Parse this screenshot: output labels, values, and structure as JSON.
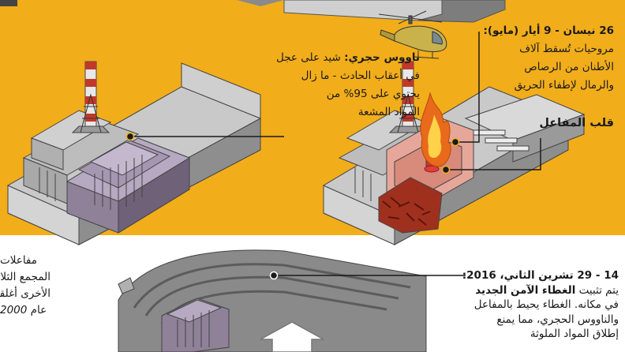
{
  "colors": {
    "background_yellow": "#f2ad1b",
    "sarcophagus_purple": "#8e8198",
    "reactor_building_gray": "#9a9a9a",
    "fire_orange": "#e86a1a",
    "core_red": "#b0322a",
    "new_safe_confinement_gray": "#8a8a8a"
  },
  "captions": {
    "sarcophagus": {
      "title": "ناووس حجري:",
      "line1_rest": " شيد على عجل",
      "line2": "في أعقاب الحادث - ما زال",
      "line3": "يحتوي على 95% من",
      "line4": "المواد المشعة"
    },
    "helicopters": {
      "title": "26 نيسان - 9 أيار (مايو):",
      "line2": "مروحيات تُسقط آلاف",
      "line3": "الأطنان من الرصاص",
      "line4": "والرمال لإطفاء الحريق"
    },
    "core": {
      "title": "قلب المفاعل"
    },
    "new_safe_confinement": {
      "title": "14 - 29 تشرين الثاني، 2016:",
      "line2_before": "يتم تثبيت ",
      "line2_bold": "الغطاء الآمن الجديد",
      "line3": "في مكانه. الغطاء يحيط بالمفاعل",
      "line4": "والناووس الحجري، مما يمنع",
      "line5": "إطلاق المواد الملوثة"
    },
    "other_reactors": {
      "line1": "مفاعلات",
      "line2": "المجمع الثلاثة",
      "line3": "الأخرى أغلقت",
      "line4_text": "عام ",
      "line4_year": "2000"
    }
  },
  "icons": {
    "helicopter": "helicopter-icon",
    "arrow": "arrow-icon"
  }
}
